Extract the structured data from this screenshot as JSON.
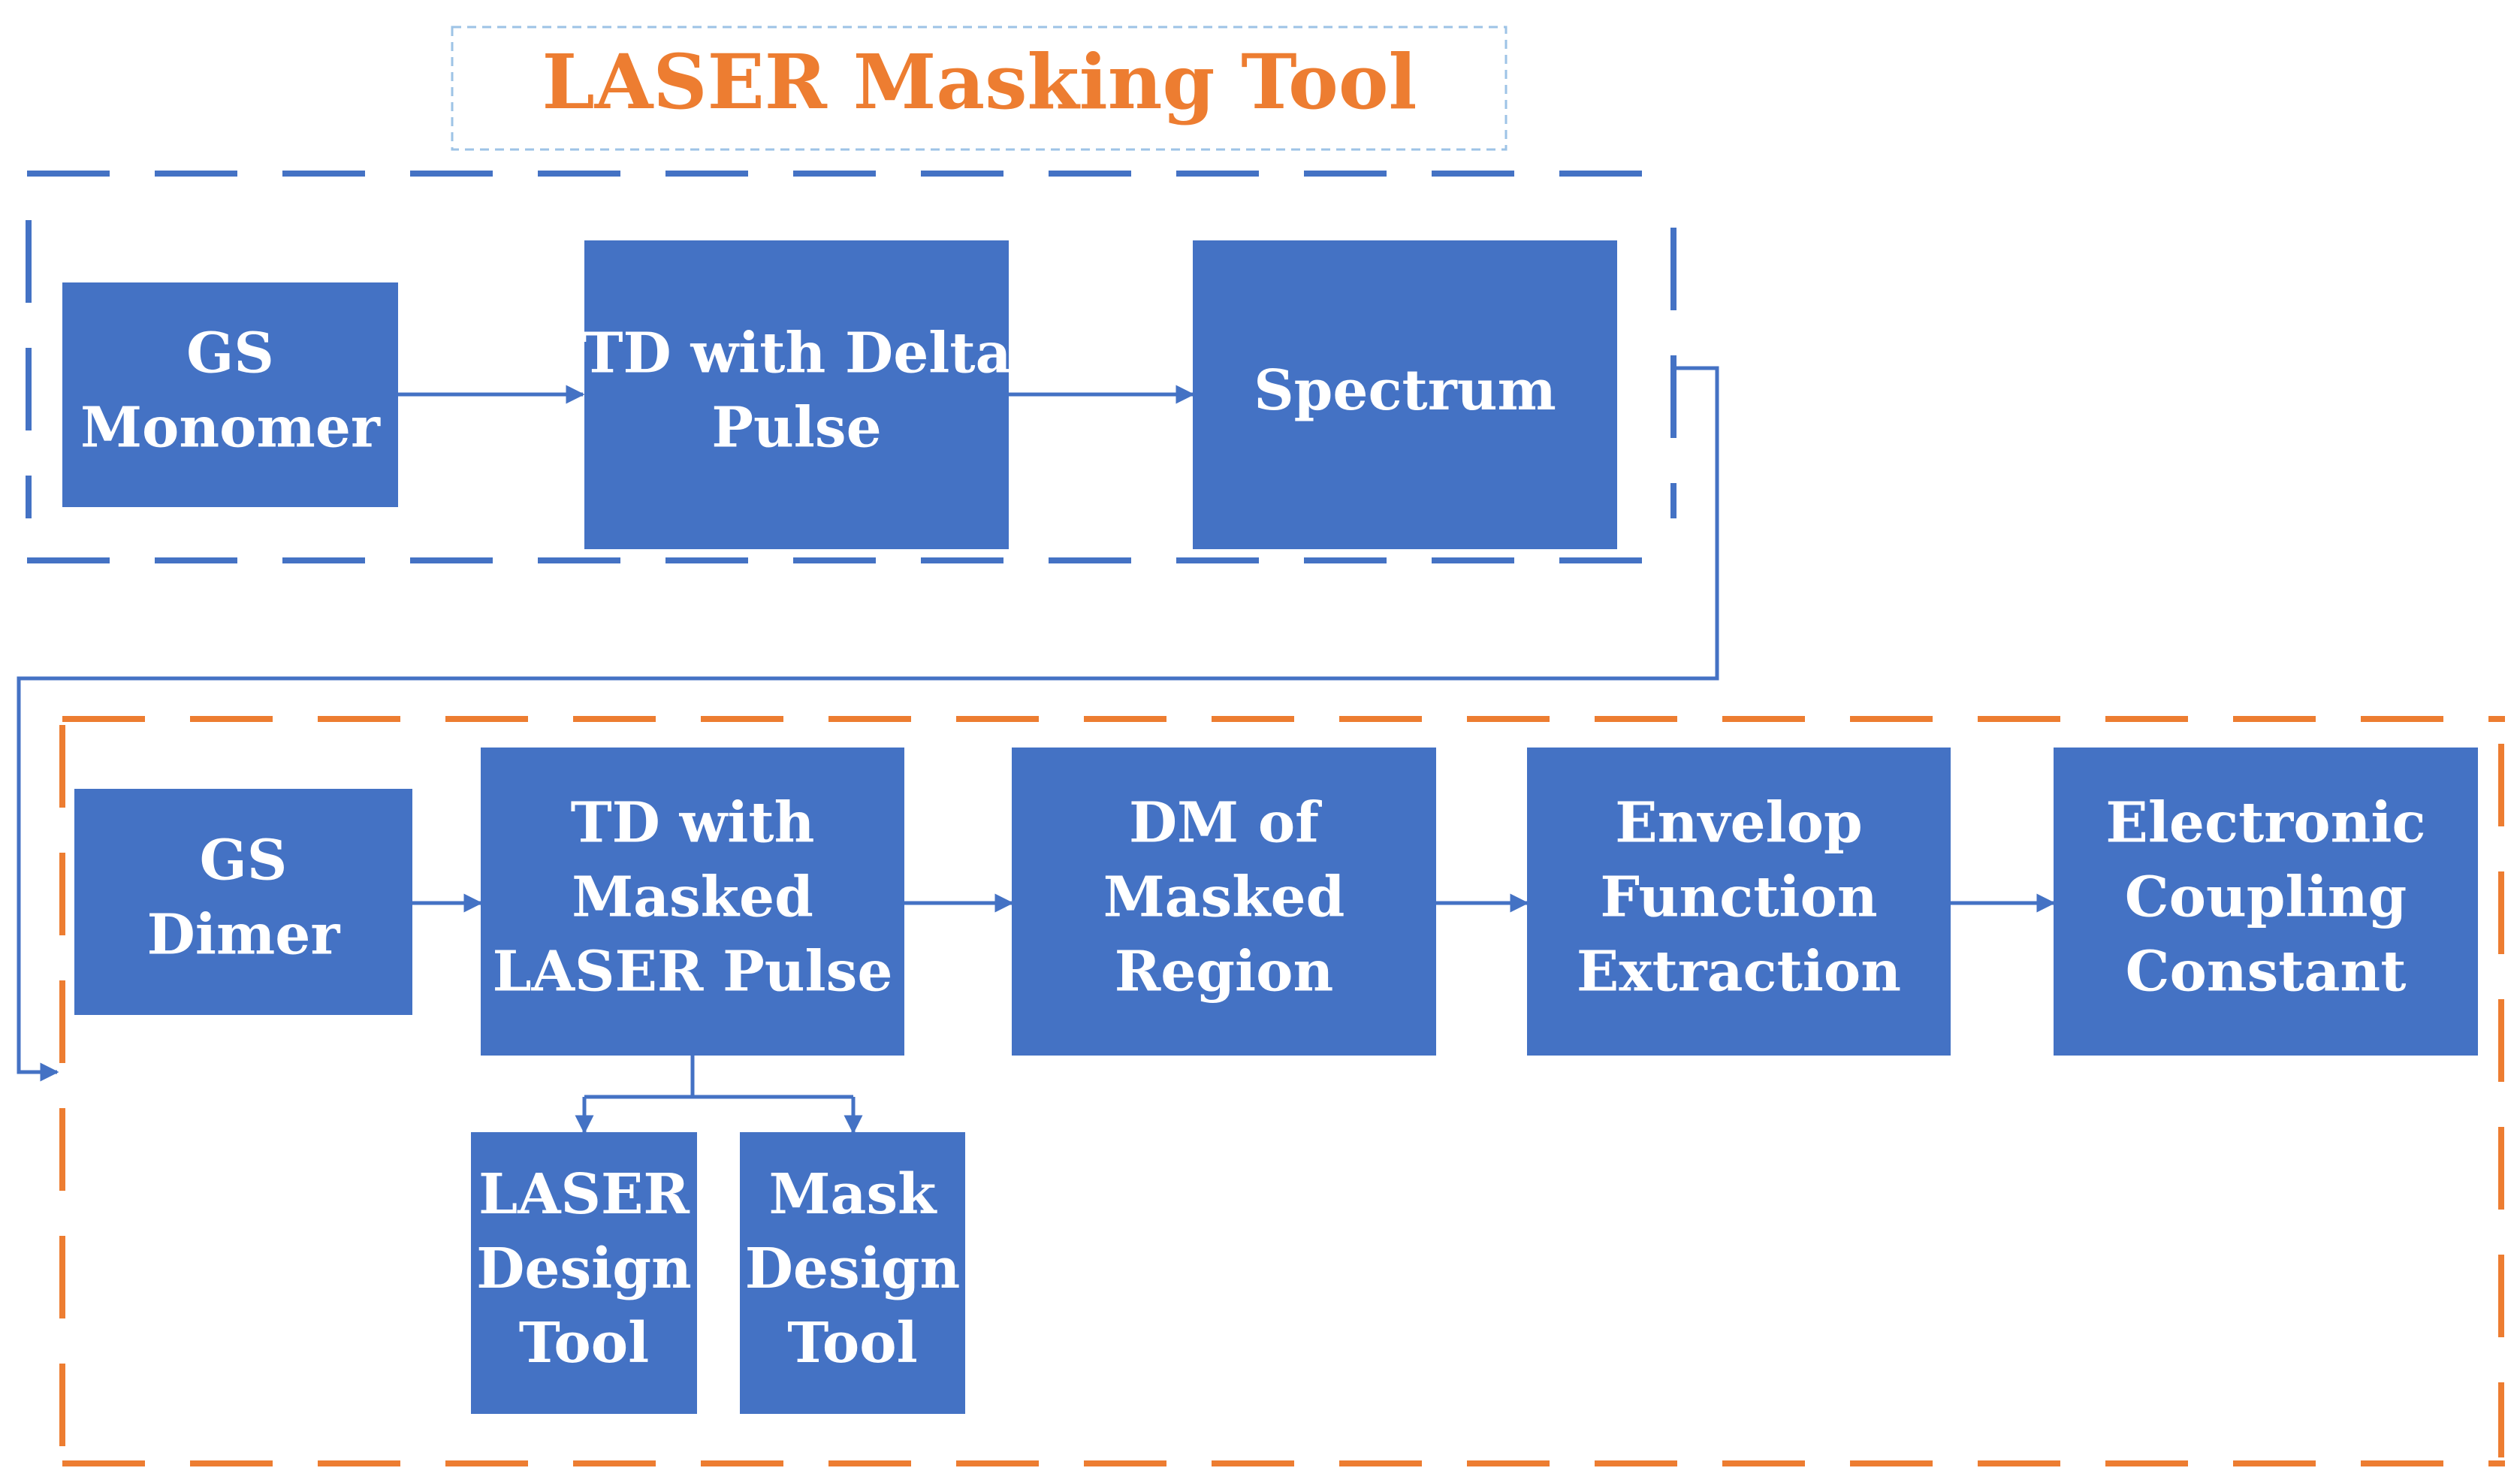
{
  "title": "LASER Masking Tool",
  "colors": {
    "box_fill": "#4472C4",
    "box_text": "#FFFFFF",
    "title_text": "#ED7D31",
    "title_border": "#9DC3E6",
    "group_top_border": "#4472C4",
    "group_bottom_border": "#ED7D31",
    "connector": "#4472C4"
  },
  "top_group": {
    "boxes": [
      {
        "id": "gs-monomer",
        "lines": [
          "GS",
          "Monomer"
        ]
      },
      {
        "id": "td-delta-pulse",
        "lines": [
          "TD with Delta",
          "Pulse"
        ]
      },
      {
        "id": "spectrum",
        "lines": [
          "Spectrum"
        ]
      }
    ]
  },
  "bottom_group": {
    "boxes": [
      {
        "id": "gs-dimer",
        "lines": [
          "GS",
          "Dimer"
        ]
      },
      {
        "id": "td-masked-laser-pulse",
        "lines": [
          "TD with",
          "Masked",
          "LASER Pulse"
        ]
      },
      {
        "id": "dm-masked-region",
        "lines": [
          "DM of",
          "Masked",
          "Region"
        ]
      },
      {
        "id": "envelop-function-extraction",
        "lines": [
          "Envelop",
          "Function",
          "Extraction"
        ]
      },
      {
        "id": "electronic-coupling-constant",
        "lines": [
          "Electronic",
          "Coupling",
          "Constant"
        ]
      }
    ],
    "sub_boxes": [
      {
        "id": "laser-design-tool",
        "lines": [
          "LASER",
          "Design",
          "Tool"
        ]
      },
      {
        "id": "mask-design-tool",
        "lines": [
          "Mask",
          "Design",
          "Tool"
        ]
      }
    ]
  }
}
